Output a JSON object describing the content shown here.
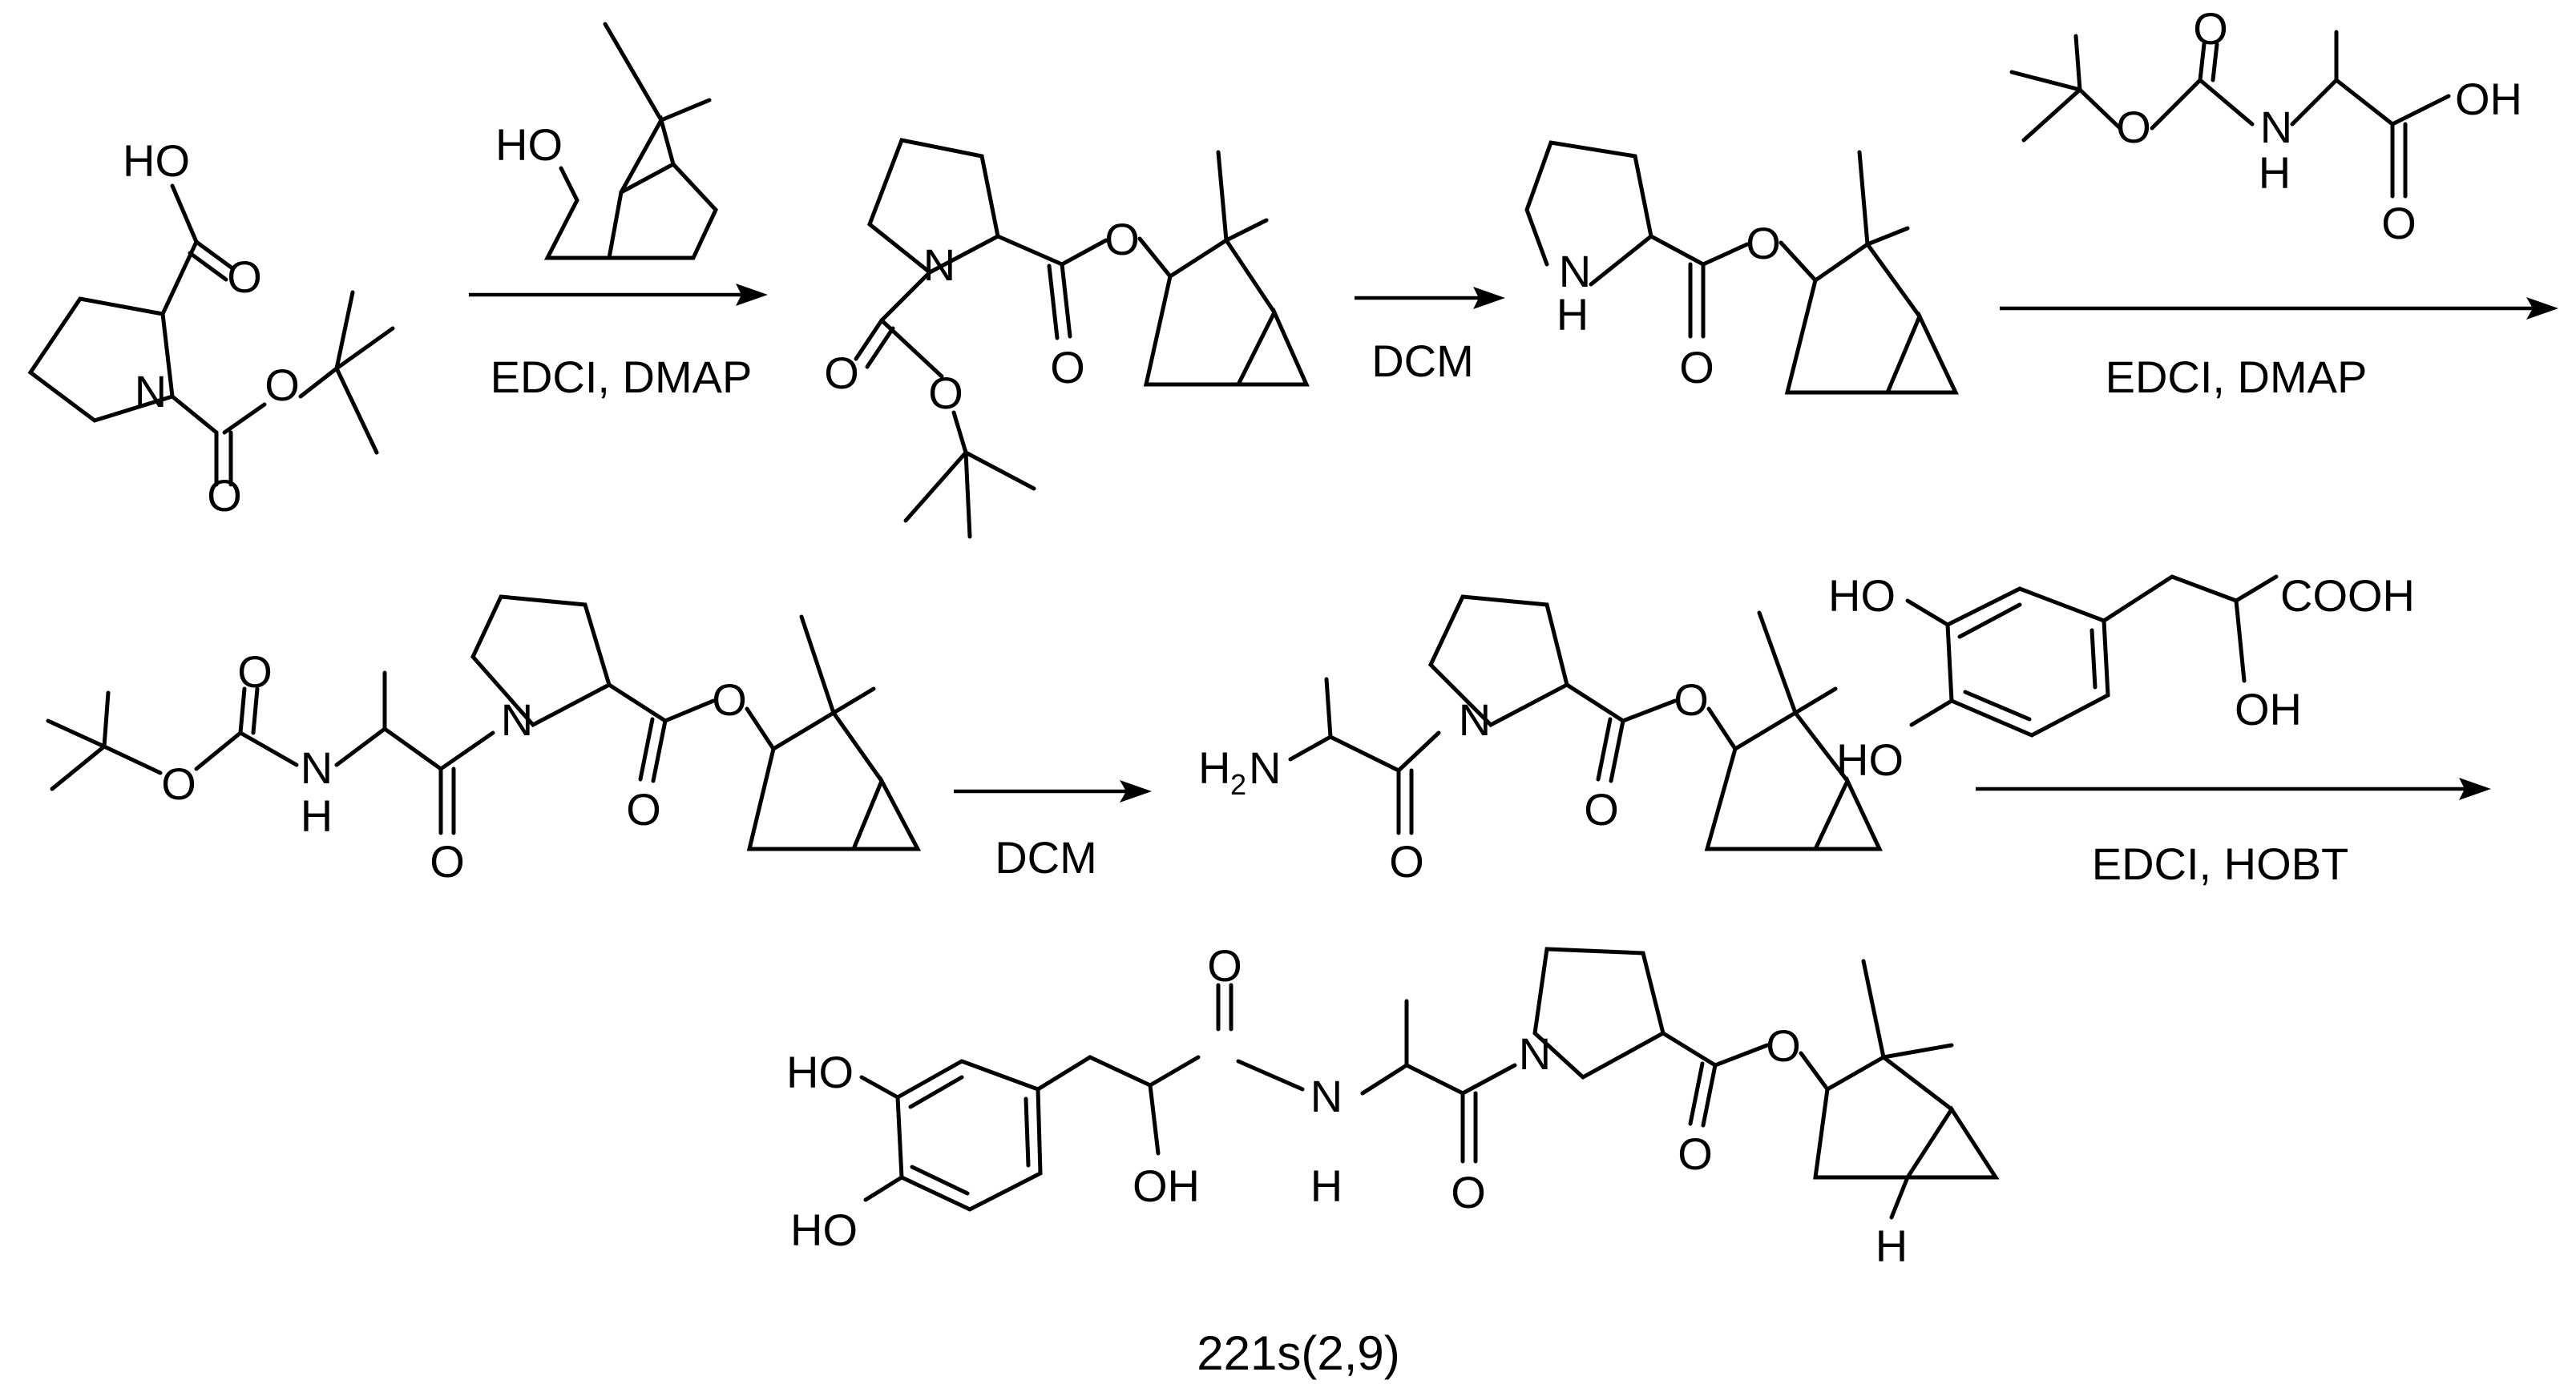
{
  "reactions": [
    {
      "reagents": "EDCI, DMAP"
    },
    {
      "reagents": "DCM"
    },
    {
      "reagents": "EDCI, DMAP"
    },
    {
      "reagents": "DCM"
    },
    {
      "reagents": "EDCI, HOBT"
    }
  ],
  "atoms": {
    "acid_OH": "HO",
    "O": "O",
    "N": "N",
    "NH_N": "N",
    "NH_H": "H",
    "HO": "HO",
    "OH": "OH",
    "H": "H",
    "H2N_H": "H",
    "H2N_2": "2",
    "H2N_N": "N",
    "COOH": "COOH"
  },
  "product": {
    "label": "221s(2,9)"
  }
}
